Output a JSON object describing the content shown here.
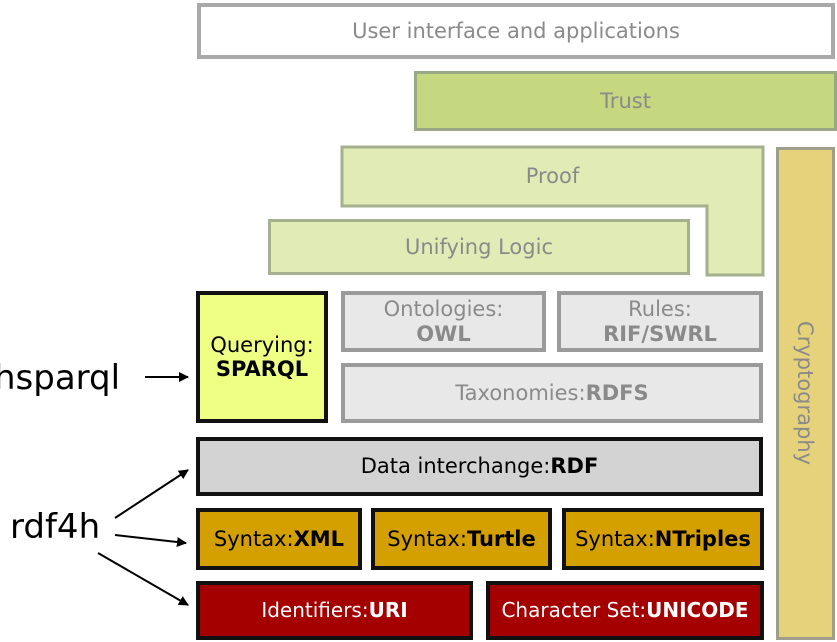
{
  "layers": {
    "user_interface": "User interface and applications",
    "trust": "Trust",
    "proof": "Proof",
    "unifying_logic": "Unifying Logic",
    "ontologies_prefix": "Ontologies:",
    "ontologies_bold": "OWL",
    "rules_prefix": "Rules:",
    "rules_bold": "RIF/SWRL",
    "taxonomies_prefix": "Taxonomies: ",
    "taxonomies_bold": "RDFS",
    "querying_prefix": "Querying:",
    "querying_bold": "SPARQL",
    "data_interchange_prefix": "Data interchange: ",
    "data_interchange_bold": "RDF",
    "syntax_prefix": "Syntax: ",
    "syntax_xml": "XML",
    "syntax_turtle": "Turtle",
    "syntax_ntriples": "NTriples",
    "identifiers_prefix": "Identifiers: ",
    "identifiers_bold": "URI",
    "charset_prefix": "Character Set: ",
    "charset_bold": "UNICODE",
    "cryptography": "Cryptography"
  },
  "annotations": {
    "hsparql": "hsparql",
    "rdf4h": "rdf4h"
  },
  "colors": {
    "trust": "#c5d87f",
    "proof": "#e0ebb5",
    "querying": "#eeff84",
    "gray_layers": "#e8e8e8",
    "data_interchange": "#d3d3d3",
    "syntax": "#d4a000",
    "identifiers": "#a40000",
    "cryptography": "#e6d27a"
  }
}
